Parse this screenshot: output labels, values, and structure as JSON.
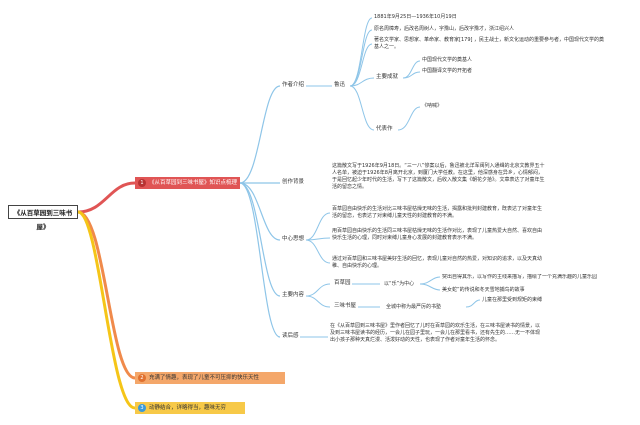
{
  "root": "《从百草园到三味书屋》",
  "branches": [
    {
      "num": "1",
      "label": "《从百草园到三味书屋》知识点梳理",
      "color": "#e05555",
      "bg": "#d94545"
    },
    {
      "num": "2",
      "label": "充满了情趣，表现了儿童不可压抑的快乐天性",
      "color": "#f08a4b",
      "bg": "#f4a76a"
    },
    {
      "num": "3",
      "label": "动静结合，详略得当，趣味无穷",
      "color": "#f5c518",
      "bg": "#f7c948"
    }
  ],
  "level2": {
    "intro": "作者介绍",
    "background": "创作背景",
    "theme": "中心思想",
    "content": "主要内容",
    "afterword": "读后感"
  },
  "author": {
    "name": "鲁迅",
    "dates": "1881年9月25日—1936年10月19日",
    "names": "原名周樟寿，后改名周树人，字豫山，后改字豫才，浙江绍兴人",
    "roles": "著名文学家、思想家、革命家、教育家[179] ，民主战士，新文化运动的重要参与者，中国现代文学的奠基人之一。",
    "achievements_label": "主要成就",
    "achievements": [
      "中国现代文学的奠基人",
      "中国翻译文学的开拓者"
    ],
    "works_label": "代表作",
    "works": [
      "《呐喊》"
    ]
  },
  "background_text": "这篇散文写于1926年9月18日。“三一八”惨案以后，鲁迅被北洋军阀列入通缉的北京文教界五十人名单，被迫于1926年8月离开北京，到厦门大学任教。在这里，他深感身在异乡，心情郁闷，于是回忆起少年时代的生活，写下了这篇散文，后收入散文集《朝花夕拾》。文章表达了对童年生活的留恋之情。",
  "theme_texts": [
    "百草园自由快乐的生活对比三味书屋枯燥无味的生活，揭露和批判封建教育，既表达了对童年生活的留恋，也表达了对束缚儿童天性的封建教育的不满。",
    "用百草园自由快乐的生活同三味书屋枯燥无味的生活作对比，表现了儿童热爱大自然、喜欢自由快乐生活的心理，同时对束缚儿童身心发展的封建教育表示不满。",
    "通过对百草园和三味书屋美好生活的回忆，表现儿童对自然的热爱，对知识的追求，以及天真幼稚、自由快乐的心理。"
  ],
  "content": {
    "garden_label": "百草园",
    "garden_sub": "以“乐”为中心",
    "garden_items": [
      "突出自得其乐，以写作的主线来描写，描绘了一个充满乐趣的儿童乐园",
      "美女蛇”的传说和冬天雪地捕鸟的故事"
    ],
    "school_label": "三味书屋",
    "school_sub": "全城中称为最严厉的书塾",
    "school_items": [
      "儿童在那里受到规矩的束缚"
    ]
  },
  "afterword_text": "在《从百草园到三味书屋》里作者回忆了儿时在百草园的欢乐生活，在三味书屋读书的情景，以及到三味书屋读书的经历，一会儿在园子里玩，一会儿在那里看书，还有先生的……无一不体现出小孩子那种天真烂漫、活泼好动的天性，也表现了作者对童年生活的怀念。"
}
